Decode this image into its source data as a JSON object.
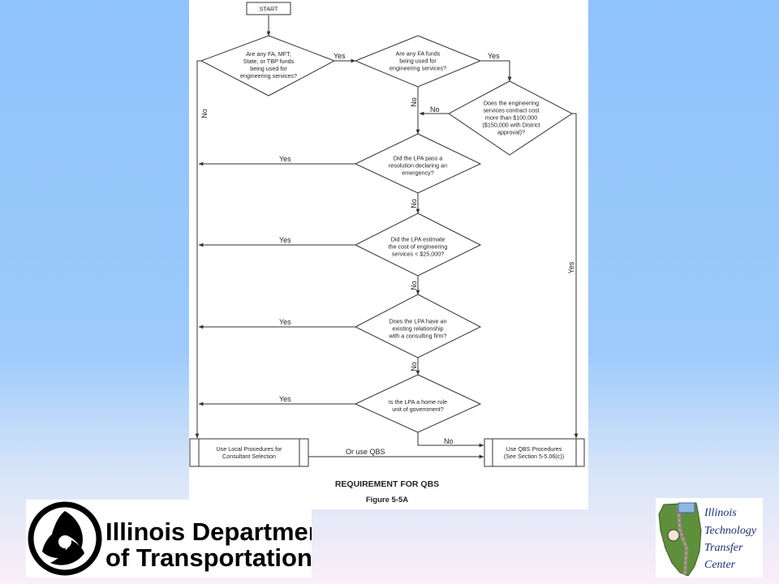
{
  "flowchart": {
    "start": "START",
    "d1": [
      "Are any FA, MFT,",
      "State, or TBP funds",
      "being used for",
      "engineering services?"
    ],
    "d2": [
      "Are any FA funds",
      "being used for",
      "engineering services?"
    ],
    "d3": [
      "Does the engineering",
      "services contract cost",
      "more than $100,000",
      "($150,000 with District",
      "approval)?"
    ],
    "d4": [
      "Did the LPA pass a",
      "resolution declaring an",
      "emergency?"
    ],
    "d5": [
      "Did the LPA estimate",
      "the cost of engineering",
      "services < $25,000?"
    ],
    "d6": [
      "Does the LPA have an",
      "existing relationship",
      "with a consulting firm?"
    ],
    "d7": [
      "Is the LPA a home rule",
      "unit of government?"
    ],
    "local_box": [
      "Use Local Procedures for",
      "Consultant Selection"
    ],
    "qbs_box": [
      "Use QBS Procedures",
      "(See Section 5-5.06(c))"
    ],
    "labels": {
      "yes": "Yes",
      "no": "No",
      "or_use_qbs": "Or use QBS"
    },
    "caption_title": "REQUIREMENT FOR QBS",
    "caption_figure": "Figure 5-5A"
  },
  "logos": {
    "idot": [
      "Illinois Department",
      "of Transportation"
    ],
    "ittc": [
      "Illinois",
      "Technology",
      "Transfer",
      "Center"
    ]
  },
  "colors": {
    "line": "#333333",
    "background_top": "#8fc3fb",
    "background_bottom": "#fbeef8"
  }
}
